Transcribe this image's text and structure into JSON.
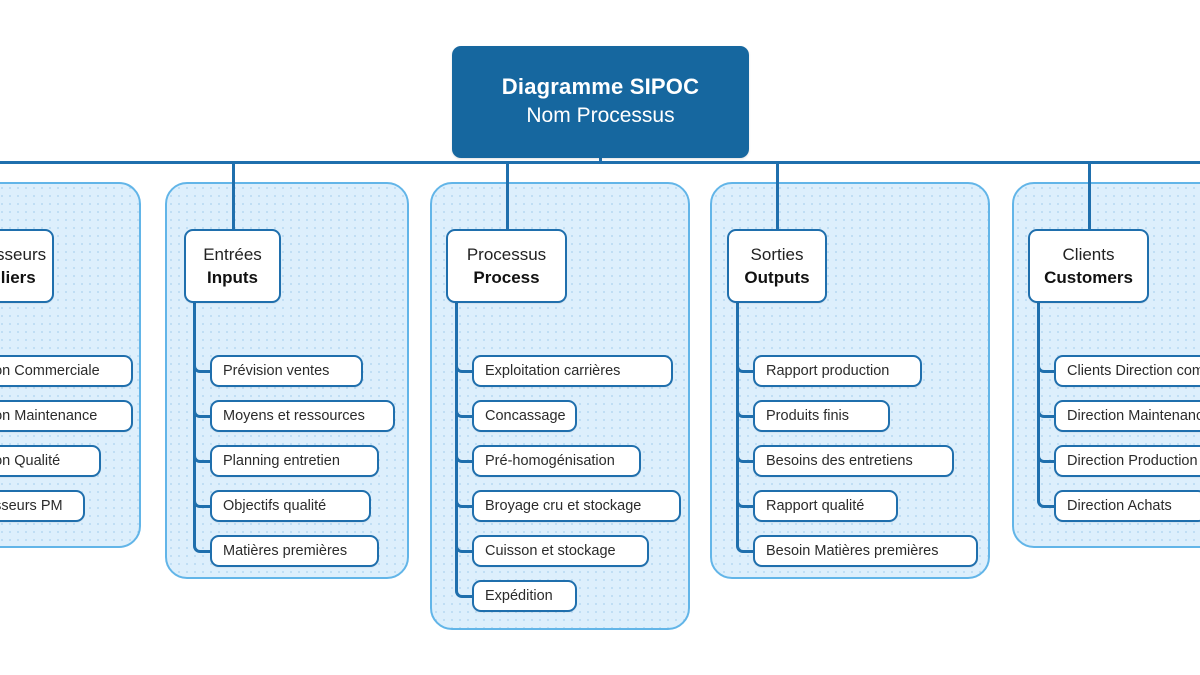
{
  "title": {
    "line1": "Diagramme SIPOC",
    "line2": "Nom Processus",
    "box_color": "#16679f"
  },
  "theme": {
    "panel_fill": "#ddeffc",
    "panel_border": "#62b5e8",
    "line_color": "#1f6fad",
    "box_fill": "#ffffff",
    "text_color": "#2b2b2b"
  },
  "columns": [
    {
      "id": "suppliers",
      "head_fr": "Fournisseurs",
      "head_en": "Suppliers",
      "clipped_left": true,
      "items": [
        "Direction Commerciale",
        "Direction Maintenance",
        "Direction Qualité",
        "Fournisseurs PM"
      ]
    },
    {
      "id": "inputs",
      "head_fr": "Entrées",
      "head_en": "Inputs",
      "clipped_left": false,
      "items": [
        "Prévision ventes",
        "Moyens et ressources",
        "Planning entretien",
        "Objectifs qualité",
        "Matières premières"
      ]
    },
    {
      "id": "process",
      "head_fr": "Processus",
      "head_en": "Process",
      "clipped_left": false,
      "items": [
        "Exploitation carrières",
        "Concassage",
        "Pré-homogénisation",
        "Broyage cru et stockage",
        "Cuisson et stockage",
        "Expédition"
      ]
    },
    {
      "id": "outputs",
      "head_fr": "Sorties",
      "head_en": "Outputs",
      "clipped_left": false,
      "items": [
        "Rapport production",
        "Produits finis",
        "Besoins des entretiens",
        "Rapport qualité",
        "Besoin Matières premières"
      ]
    },
    {
      "id": "customers",
      "head_fr": "Clients",
      "head_en": "Customers",
      "clipped_left": false,
      "items": [
        "Clients Direction commerciale",
        "Direction Maintenance",
        "Direction Production",
        "Direction Achats"
      ]
    }
  ]
}
